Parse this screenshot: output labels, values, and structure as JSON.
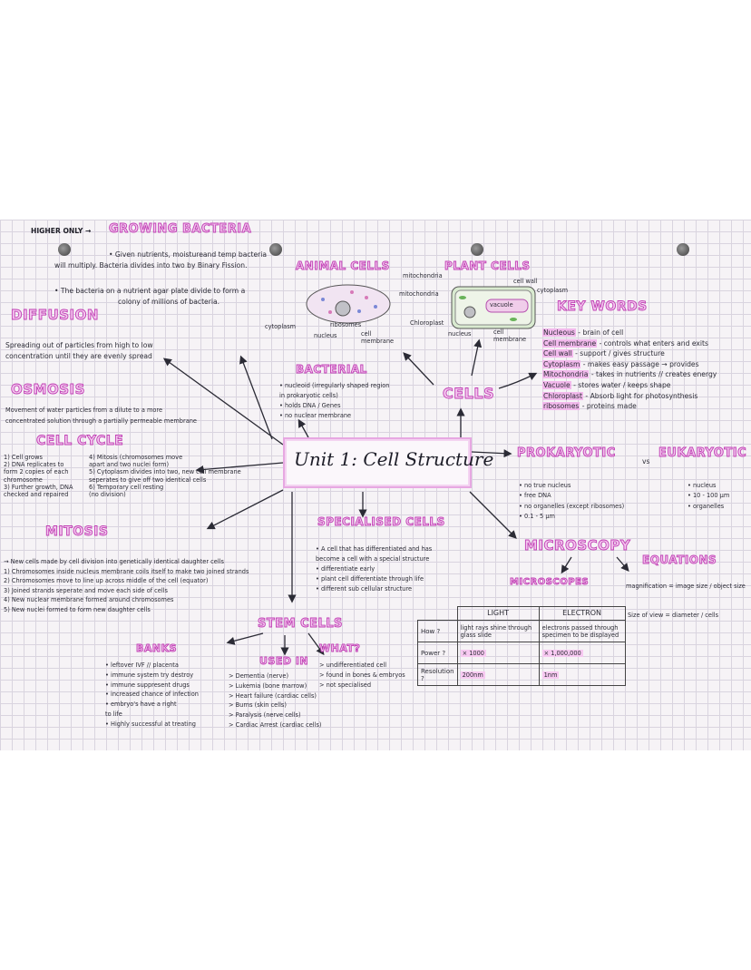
{
  "title": "Unit 1: Cell Structure",
  "growing": {
    "prefix": "HIGHER ONLY →",
    "heading": "GROWING BACTERIA",
    "line1": "• Given nutrients, moistureand temp bacteria",
    "line2": "will multiply. Bacteria divides into two by Binary Fission.",
    "line3": "• The bacteria on a nutrient agar plate divide to form a",
    "line4": "colony of millions of bacteria."
  },
  "diffusion": {
    "heading": "DIFFUSION",
    "line1": "Spreading out of particles from high to low",
    "line2": "concentration until they are evenly spread"
  },
  "osmosis": {
    "heading": "OSMOSIS",
    "line1": "Movement of water particles from a dilute to a more",
    "line2": "concentrated solution through a partially permeable membrane"
  },
  "cell_cycle": {
    "heading": "CELL CYCLE",
    "left": "1) Cell grows\n2) DNA replicates to\nform 2 copies of each\nchromosome\n3) Further growth, DNA\nchecked and repaired",
    "right": "4) Mitosis (chromosomes move\napart and two nuclei form)\n5) Cytoplasm divides into two, new cell membrane\nseperates to give off two identical cells\n6) Temporary cell resting\n(no division)"
  },
  "mitosis": {
    "heading": "MITOSIS",
    "body": "→ New cells made by cell division into genetically identical daughter cells\n1) Chromosomes inside nucleus membrane coils itself to make two joined strands\n2) Chromosomes move to line up across middle of the cell (equator)\n3) Joined strands seperate and move each side of cells\n4) New nuclear membrane formed around chromosomes\n5) New nuclei formed to form new daughter cells"
  },
  "animal_cells": {
    "heading": "ANIMAL CELLS",
    "labels": [
      "cytoplasm",
      "ribosomes",
      "nucleus",
      "cell\nmembrane",
      "mitochondria"
    ]
  },
  "plant_cells": {
    "heading": "PLANT CELLS",
    "labels": [
      "mitochondria",
      "cell wall",
      "cytoplasm",
      "vacuole",
      "Chloroplast",
      "nucleus",
      "cell\nmembrane"
    ]
  },
  "bacterial": {
    "heading": "BACTERIAL",
    "body": "• nucleoid (irregularly shaped region\nin prokaryotic cells)\n• holds DNA / Genes\n• no nuclear membrane"
  },
  "cells_label": "CELLS",
  "key_words": {
    "heading": "KEY WORDS",
    "items": [
      {
        "term": "Nucleous",
        "def": "- brain of cell"
      },
      {
        "term": "Cell membrane",
        "def": "- controls what enters and exits"
      },
      {
        "term": "Cell wall",
        "def": "- support / gives structure"
      },
      {
        "term": "Cytoplasm",
        "def": "- makes easy passage → provides"
      },
      {
        "term": "Mitochondria",
        "def": "- takes in nutrients // creates energy"
      },
      {
        "term": "Vacuole",
        "def": "- stores water / keeps shape"
      },
      {
        "term": "Chloroplast",
        "def": "- Absorb light for photosynthesis"
      },
      {
        "term": "ribosomes",
        "def": "- proteins made"
      }
    ]
  },
  "prok_euk": {
    "prokaryotic": "PROKARYOTIC",
    "vs": "vs",
    "eukaryotic": "EUKARYOTIC",
    "prok_points": "• no true nucleus\n• free DNA\n• no organelles (except ribosomes)\n• 0.1 - 5 μm",
    "euk_points": "• nucleus\n• 10 - 100 μm\n• organelles"
  },
  "microscopy": {
    "heading": "MICROSCOPY",
    "microscopes": "MICROSCOPES",
    "equations": "EQUATIONS",
    "magnification": "magnification = image size / object size",
    "size_of_view": "Size of view = diameter / cells",
    "table": {
      "headers": [
        "",
        "LIGHT",
        "ELECTRON"
      ],
      "rows": [
        [
          "How ?",
          "light rays shine through glass slide",
          "electrons passed through specimen to be displayed"
        ],
        [
          "Power ?",
          "× 1000",
          "× 1,000,000"
        ],
        [
          "Resolution ?",
          "200nm",
          "1nm"
        ]
      ]
    }
  },
  "specialised": {
    "heading": "SPECIALISED CELLS",
    "body": "• A cell that has differentiated and has\nbecome a cell with a special structure\n• differentiate early\n• plant cell differentiate through life\n• different sub cellular structure"
  },
  "stem_cells": {
    "heading": "STEM CELLS",
    "banks": {
      "heading": "BANKS",
      "body": "• leftover IVF // placenta\n• immune system try destroy\n• immune suppresent drugs\n• increased chance of infection\n• embryo's have a right\nto life\n• Highly successful at treating"
    },
    "used_in": {
      "heading": "USED IN",
      "body": "> Dementia (nerve)\n> Lukemia (bone marrow)\n> Heart failure (cardiac cells)\n> Burns (skin cells)\n> Paralysis (nerve cells)\n> Cardiac Arrest (cardiac cells)"
    },
    "what": {
      "heading": "WHAT?",
      "body": "> undifferentiated cell\n> found in bones & embryos\n> not specialised"
    }
  }
}
